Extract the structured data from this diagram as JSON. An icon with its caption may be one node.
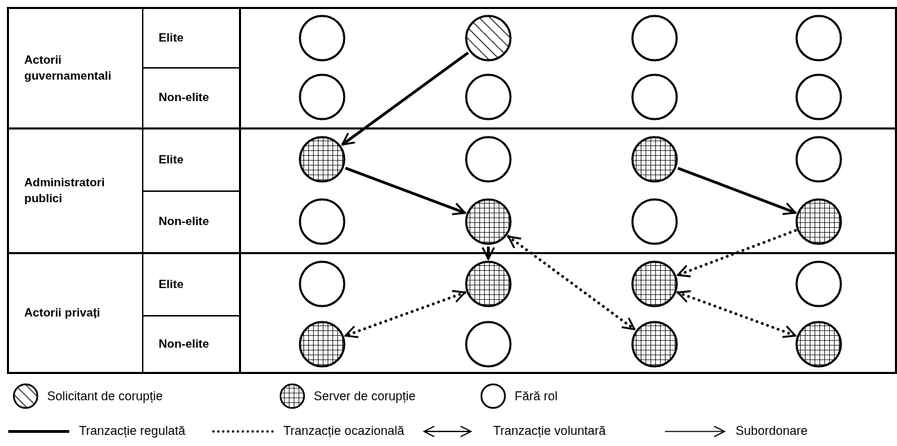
{
  "diagram": {
    "nodes": [
      {
        "text": [],
        "shape": "circle"
      },
      {
        "text": [],
        "shape": "circle"
      },
      {
        "text": [],
        "shape": "circle"
      },
      {
        "text": [],
        "shape": "circle"
      },
      {
        "text": [],
        "shape": "circle"
      },
      {
        "text": [],
        "shape": "circle"
      },
      {
        "text": [],
        "shape": "circle"
      },
      {
        "text": [],
        "shape": "circle"
      },
      {
        "text": [],
        "shape": "circle"
      },
      {
        "text": [],
        "shape": "circle"
      },
      {
        "text": [],
        "shape": "circle"
      },
      {
        "text": [],
        "shape": "circle"
      },
      {
        "text": [],
        "shape": "circle"
      },
      {
        "text": [],
        "shape": "circle"
      },
      {
        "text": [],
        "shape": "circle"
      },
      {
        "text": [],
        "shape": "circle"
      },
      {
        "text": [],
        "shape": "circle"
      },
      {
        "text": [],
        "shape": "circle"
      },
      {
        "text": [],
        "shape": "circle"
      },
      {
        "text": [],
        "shape": "circle"
      },
      {
        "text": [],
        "shape": "circle"
      },
      {
        "text": [],
        "shape": "circle"
      },
      {
        "text": [],
        "shape": "circle"
      },
      {
        "text": [],
        "shape": "circle"
      }
    ],
    "edges": [
      {
        "from": 1,
        "to": 8,
        "arrow": "to"
      },
      {
        "from": 8,
        "to": 13,
        "arrow": "to"
      },
      {
        "from": 10,
        "to": 15,
        "arrow": "to"
      },
      {
        "from": 13,
        "to": 17,
        "arrow": "to"
      },
      {
        "from": 15,
        "to": 18,
        "arrow": "to",
        "style": "dashed"
      },
      {
        "from": 17,
        "to": 20,
        "arrow": "both",
        "style": "dashed"
      },
      {
        "from": 13,
        "to": 22,
        "arrow": "both",
        "style": "dashed"
      },
      {
        "from": 18,
        "to": 23,
        "arrow": "both",
        "style": "dashed"
      }
    ],
    "labels": [
      "Actorii guvernamentali",
      "Elite",
      "Non-elite",
      "Administratori publici",
      "Elite",
      "Non-elite",
      "Actorii privați",
      "Elite",
      "Non-elite"
    ],
    "legend": [
      {
        "text": "Solicitant de corupție"
      },
      {
        "text": "Server de corupție"
      },
      {
        "text": "Fără rol"
      },
      {
        "text": "Tranzacție regulată"
      },
      {
        "text": "Tranzacție ocazională"
      },
      {
        "text": "Tranzacție voluntară"
      },
      {
        "text": "Subordonare"
      }
    ]
  }
}
